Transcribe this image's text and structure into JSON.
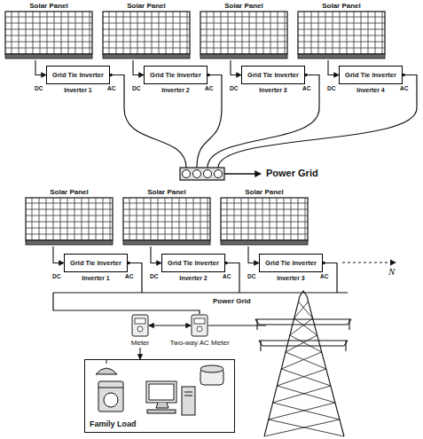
{
  "diagram": {
    "nodes": [
      {
        "text": [
          "Solar Panel"
        ]
      },
      {
        "text": [
          "Solar Panel"
        ]
      },
      {
        "text": [
          "Solar Panel"
        ]
      },
      {
        "text": [
          "Solar Panel"
        ]
      },
      {
        "text": [
          "Grid Tie Inverter",
          "Inverter 1"
        ]
      },
      {
        "text": [
          "Grid Tie Inverter",
          "Inverter 2"
        ]
      },
      {
        "text": [
          "Grid Tie Inverter",
          "Inverter 3"
        ]
      },
      {
        "text": [
          "Grid Tie Inverter",
          "Inverter 4"
        ]
      },
      {
        "text": [
          "Solar Panel"
        ]
      },
      {
        "text": [
          "Solar Panel"
        ]
      },
      {
        "text": [
          "Solar Panel"
        ]
      },
      {
        "text": [
          "Grid Tie Inverter",
          "Inverter 1"
        ]
      },
      {
        "text": [
          "Grid Tie Inverter",
          "Inverter 2"
        ]
      },
      {
        "text": [
          "Grid Tie Inverter",
          "Inverter 3"
        ]
      },
      {
        "text": [
          "Meter"
        ]
      },
      {
        "text": [
          "Two-way AC Meter"
        ]
      },
      {
        "text": [
          "Family Load"
        ]
      }
    ],
    "edges": [
      {
        "from": 0,
        "to": 4,
        "arrow": "to"
      },
      {
        "from": 1,
        "to": 5,
        "arrow": "to"
      },
      {
        "from": 2,
        "to": 6,
        "arrow": "to"
      },
      {
        "from": 3,
        "to": 7,
        "arrow": "to"
      },
      {
        "from": 8,
        "to": 11,
        "arrow": "to"
      },
      {
        "from": 9,
        "to": 12,
        "arrow": "to"
      },
      {
        "from": 10,
        "to": 13,
        "arrow": "to"
      },
      {
        "from": 14,
        "to": 15,
        "arrow": "both"
      },
      {
        "from": 14,
        "to": 16,
        "arrow": "to"
      }
    ],
    "labels": [
      "DC",
      "AC",
      "DC",
      "AC",
      "DC",
      "AC",
      "DC",
      "AC",
      "DC",
      "AC",
      "DC",
      "AC",
      "DC",
      "AC",
      "Power Grid",
      "N",
      "Power Grid"
    ]
  }
}
